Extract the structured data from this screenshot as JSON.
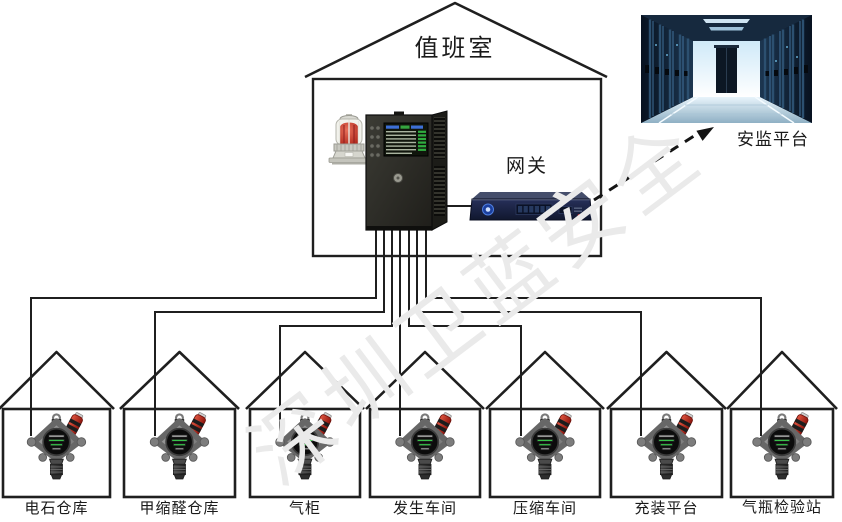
{
  "labels": {
    "duty_room": "值班室",
    "gateway": "网关",
    "platform": "安监平台"
  },
  "watermark": "深圳卫蓝安全",
  "buildings": [
    {
      "label": "电石仓库"
    },
    {
      "label": "甲缩醛仓库"
    },
    {
      "label": "气柜"
    },
    {
      "label": "发生车间"
    },
    {
      "label": "压缩车间"
    },
    {
      "label": "充装平台"
    },
    {
      "label": "气瓶检验站"
    }
  ],
  "devices": {
    "controller": "gas-alarm-controller",
    "beacon": "alarm-strobe-beacon",
    "gateway": "network-gateway",
    "detector": "fixed-gas-detector",
    "platform": "server-room-monitoring-platform"
  },
  "colors": {
    "line": "#1f1f1f",
    "alarm_red": "#c43127",
    "screen_green": "#2fae3f",
    "gateway_navy": "#141c38",
    "watermark_gray": "#eaeaea"
  }
}
